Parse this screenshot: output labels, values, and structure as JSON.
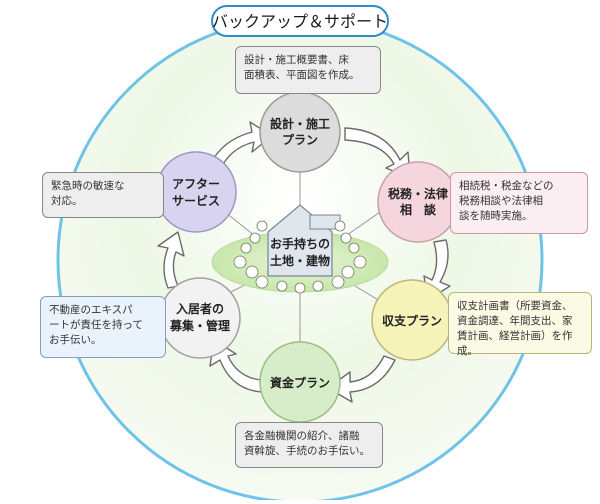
{
  "title": "バックアップ＆サポート",
  "center": {
    "line1": "お手持ちの",
    "line2": "土地・建物"
  },
  "nodes": {
    "top": {
      "line1": "設計・施工",
      "line2": "プラン"
    },
    "right_upper": {
      "line1": "税務・法律",
      "line2": "相　談"
    },
    "right_lower": {
      "line1": "収支プラン"
    },
    "bottom": {
      "line1": "資金プラン"
    },
    "left_lower": {
      "line1": "入居者の",
      "line2": "募集・管理"
    },
    "left_upper": {
      "line1": "アフター",
      "line2": "サービス"
    }
  },
  "notes": {
    "top": {
      "line1": "設計・施工概要書、床",
      "line2": "面積表、平面図を作成。"
    },
    "right_upper": {
      "line1": "相続税・税金などの",
      "line2": "税務相談や法律相",
      "line3": "談を随時実施。"
    },
    "right_lower": {
      "line1": "収支計画書（所要資金、",
      "line2": "資金調達、年間支出、家",
      "line3": "賃計画、経営計画）を作成。"
    },
    "bottom": {
      "line1": "各金融機関の紹介、諸融",
      "line2": "資斡旋、手続のお手伝い。"
    },
    "left_lower": {
      "line1": "不動産のエキスパ",
      "line2": "ートが責任を持って",
      "line3": "お手伝い。"
    },
    "left_upper": {
      "line1": "緊急時の敏速な",
      "line2": "対応。"
    }
  },
  "colors": {
    "ring": "#6fc3e8",
    "top": "#dcdcdc",
    "right_upper": "#f5d6df",
    "right_lower": "#f6f3b8",
    "bottom": "#d7ecc8",
    "left_lower": "#f2f2f2",
    "left_upper": "#d8d3ee",
    "title_border": "#2d8fc6"
  }
}
